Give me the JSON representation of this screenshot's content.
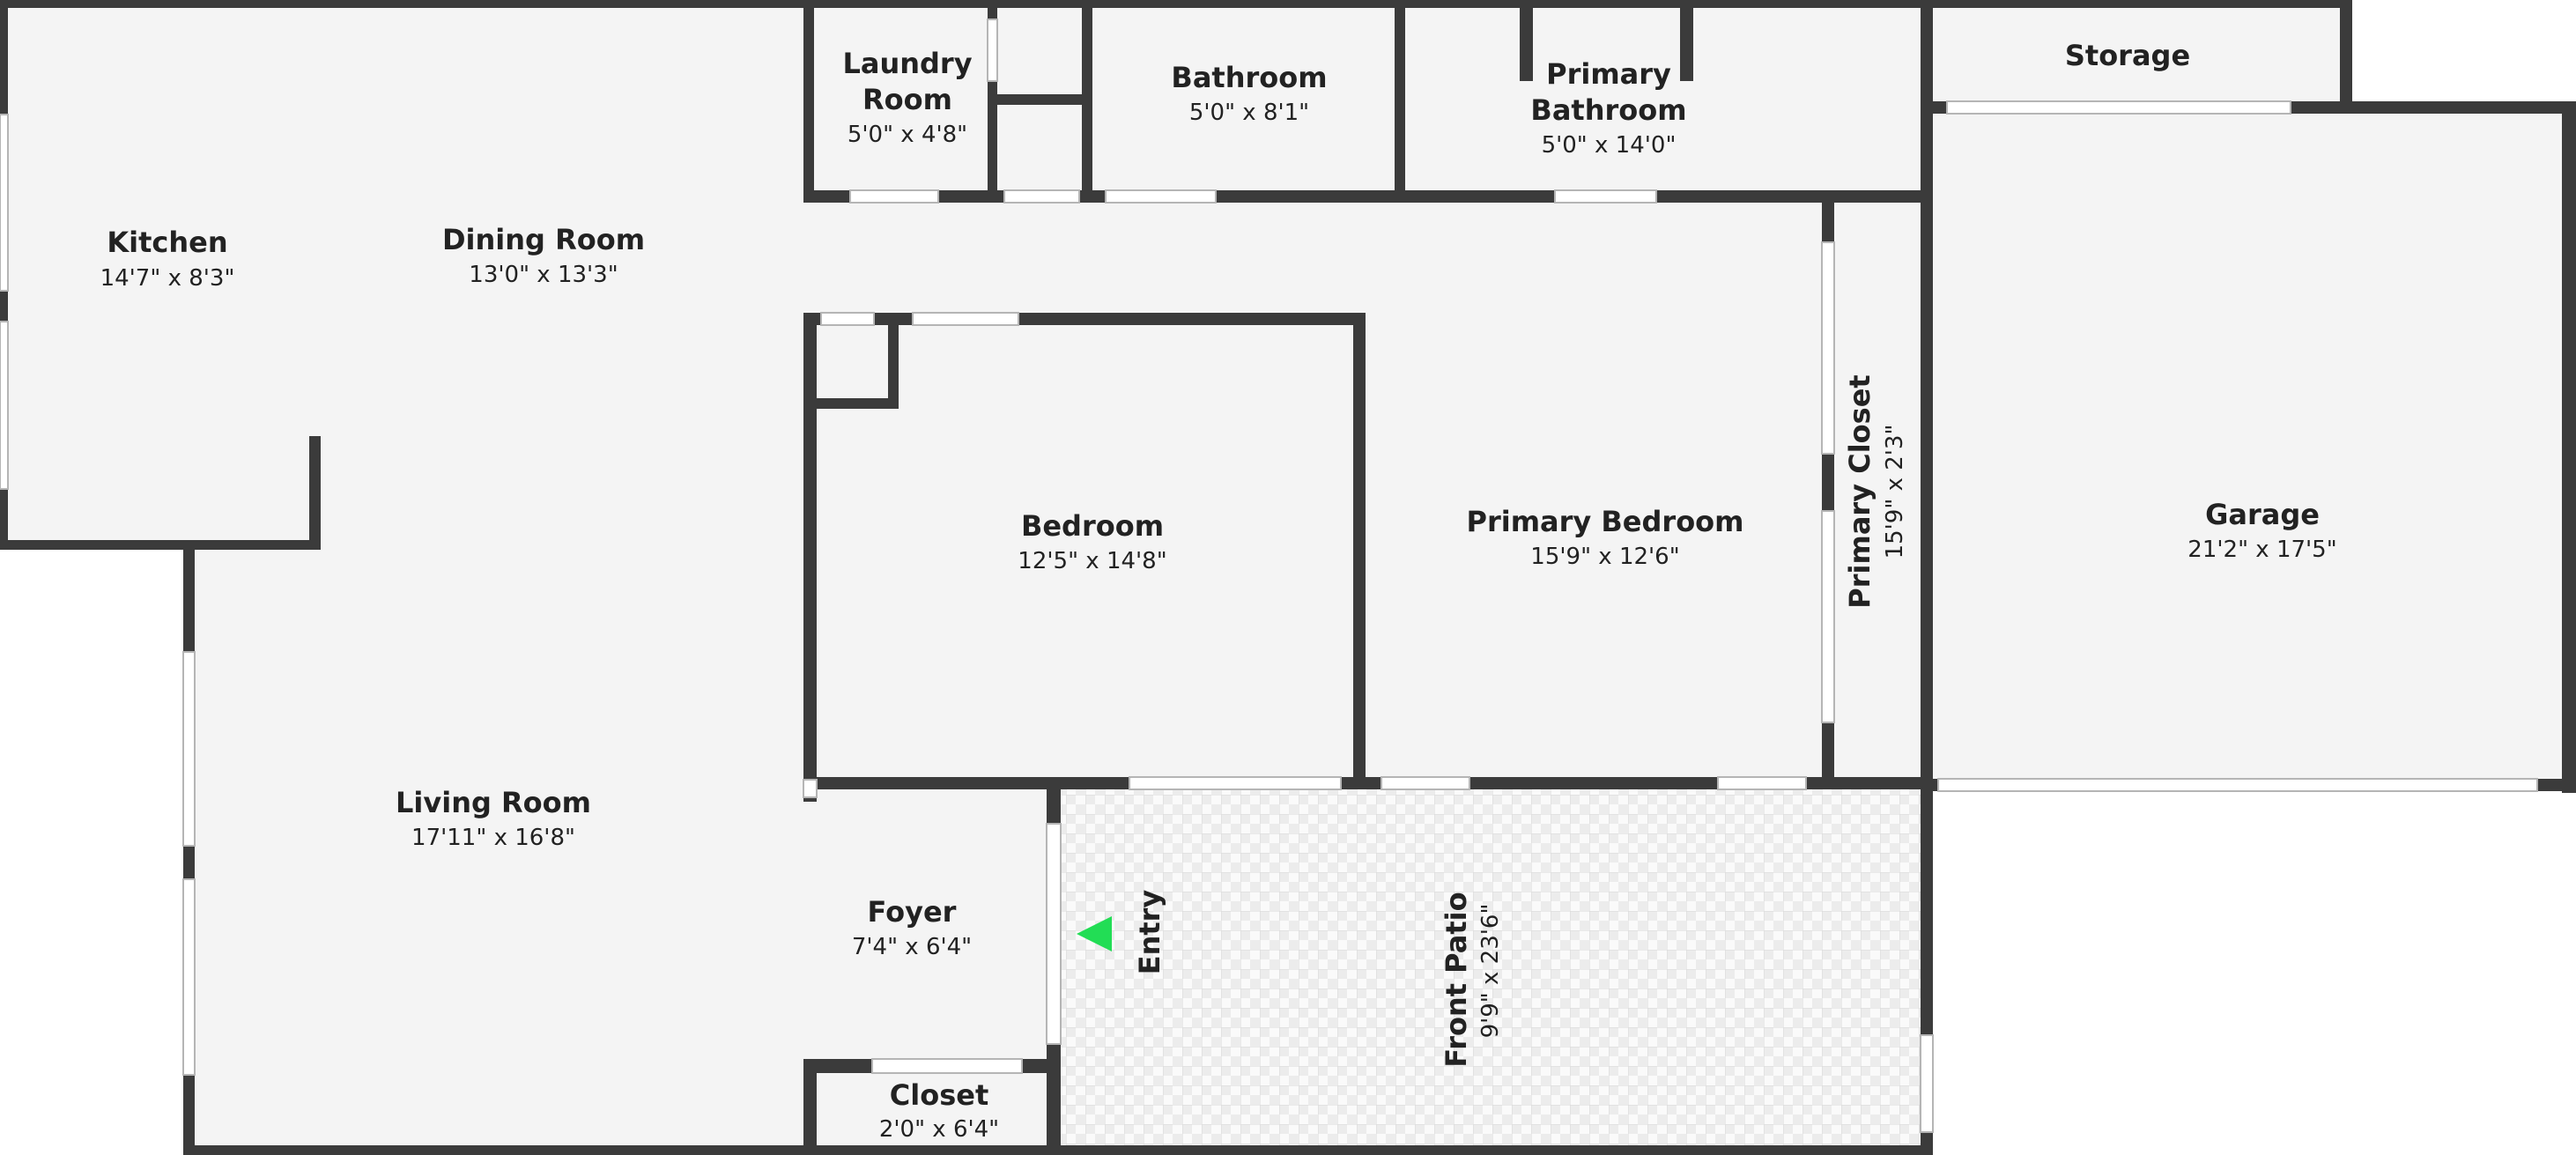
{
  "rooms": {
    "kitchen": {
      "name": "Kitchen",
      "dims": "14'7\" x 8'3\""
    },
    "dining_room": {
      "name": "Dining Room",
      "dims": "13'0\" x 13'3\""
    },
    "laundry_room": {
      "name_line1": "Laundry",
      "name_line2": "Room",
      "dims": "5'0\" x 4'8\""
    },
    "bathroom": {
      "name": "Bathroom",
      "dims": "5'0\" x 8'1\""
    },
    "primary_bathroom": {
      "name_line1": "Primary",
      "name_line2": "Bathroom",
      "dims": "5'0\" x 14'0\""
    },
    "storage": {
      "name": "Storage"
    },
    "bedroom": {
      "name": "Bedroom",
      "dims": "12'5\" x 14'8\""
    },
    "primary_bedroom": {
      "name": "Primary Bedroom",
      "dims": "15'9\" x 12'6\""
    },
    "primary_closet": {
      "name": "Primary Closet",
      "dims": "15'9\" x 2'3\""
    },
    "garage": {
      "name": "Garage",
      "dims": "21'2\" x 17'5\""
    },
    "living_room": {
      "name": "Living Room",
      "dims": "17'11\" x 16'8\""
    },
    "foyer": {
      "name": "Foyer",
      "dims": "7'4\" x 6'4\""
    },
    "closet": {
      "name": "Closet",
      "dims": "2'0\" x 6'4\""
    },
    "front_patio": {
      "name": "Front Patio",
      "dims": "9'9\" x 23'6\""
    }
  },
  "entry": {
    "label": "Entry",
    "marker_color": "#22dd55"
  },
  "colors": {
    "wall": "#3b3b3b",
    "floor": "#f4f4f4",
    "patio_grid": "#d9d9d9"
  }
}
